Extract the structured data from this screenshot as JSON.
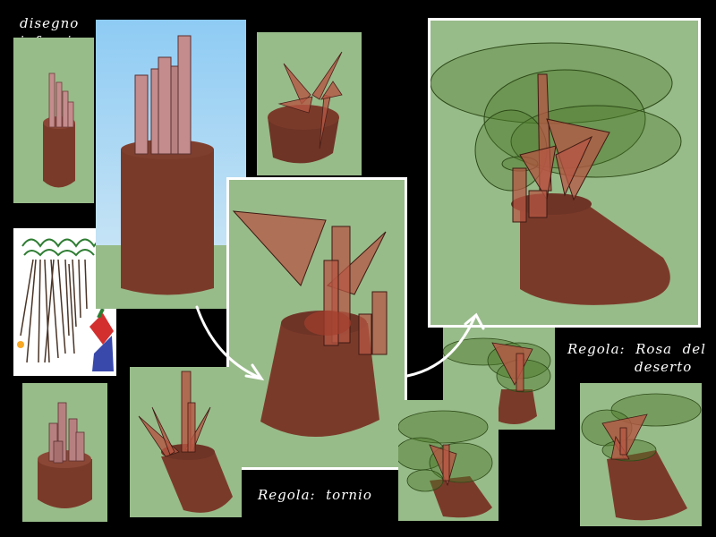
{
  "labels": {
    "childhood_drawing": "disegno\ninfanzia",
    "rule_lathe": "Regola:  tornio",
    "rule_desert_rose": "Regola:  Rosa  del\n             deserto"
  },
  "colors": {
    "background": "#000000",
    "panel_green": "#98bb8a",
    "sky_blue": "#9ccff2",
    "trunk_brown": "#7a3a2a",
    "prism_pink": "#c48c8c",
    "leaf_green": "#4d7a2b"
  }
}
